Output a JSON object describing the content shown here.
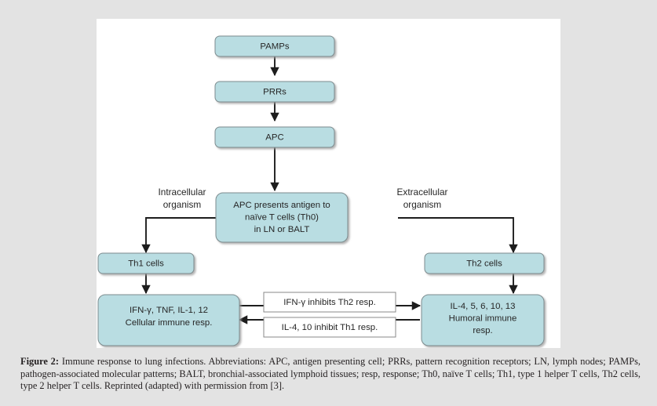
{
  "figure": {
    "nodes": {
      "pamps": "PAMPs",
      "prrs": "PRRs",
      "apc": "APC",
      "apc_presents_line1": "APC presents antigen to",
      "apc_presents_line2": "naïve T cells (Th0)",
      "apc_presents_line3": "in LN or BALT",
      "th1_cells": "Th1 cells",
      "th2_cells": "Th2 cells",
      "th1_response_line1": "IFN-γ, TNF, IL-1, 12",
      "th1_response_line2": "Cellular immune resp.",
      "th2_response_line1": "IL-4, 5, 6, 10, 13",
      "th2_response_line2": "Humoral immune",
      "th2_response_line3": "resp."
    },
    "edge_labels": {
      "intracellular_line1": "Intracellular",
      "intracellular_line2": "organism",
      "extracellular_line1": "Extracellular",
      "extracellular_line2": "organism",
      "ifn_inhibits": "IFN-γ  inhibits Th2 resp.",
      "il4_inhibits": "IL-4, 10 inhibit Th1 resp."
    },
    "colors": {
      "node_fill": "#b9dde2",
      "node_stroke": "#7d8c8f",
      "edge_stroke": "#1d1d1d",
      "card_background": "#ffffff",
      "page_background": "#e3e3e3",
      "text": "#262626"
    }
  },
  "caption": {
    "label": "Figure 2:",
    "text": " Immune response to lung infections. Abbreviations: APC, antigen presenting cell; PRRs, pattern recognition receptors; LN, lymph nodes; PAMPs, pathogen-associated molecular patterns; BALT, bronchial-associated lymphoid tissues; resp, response; Th0, naïve T cells; Th1, type 1 helper T cells, Th2 cells, type 2 helper T cells. Reprinted (adapted) with permission from [3]."
  }
}
